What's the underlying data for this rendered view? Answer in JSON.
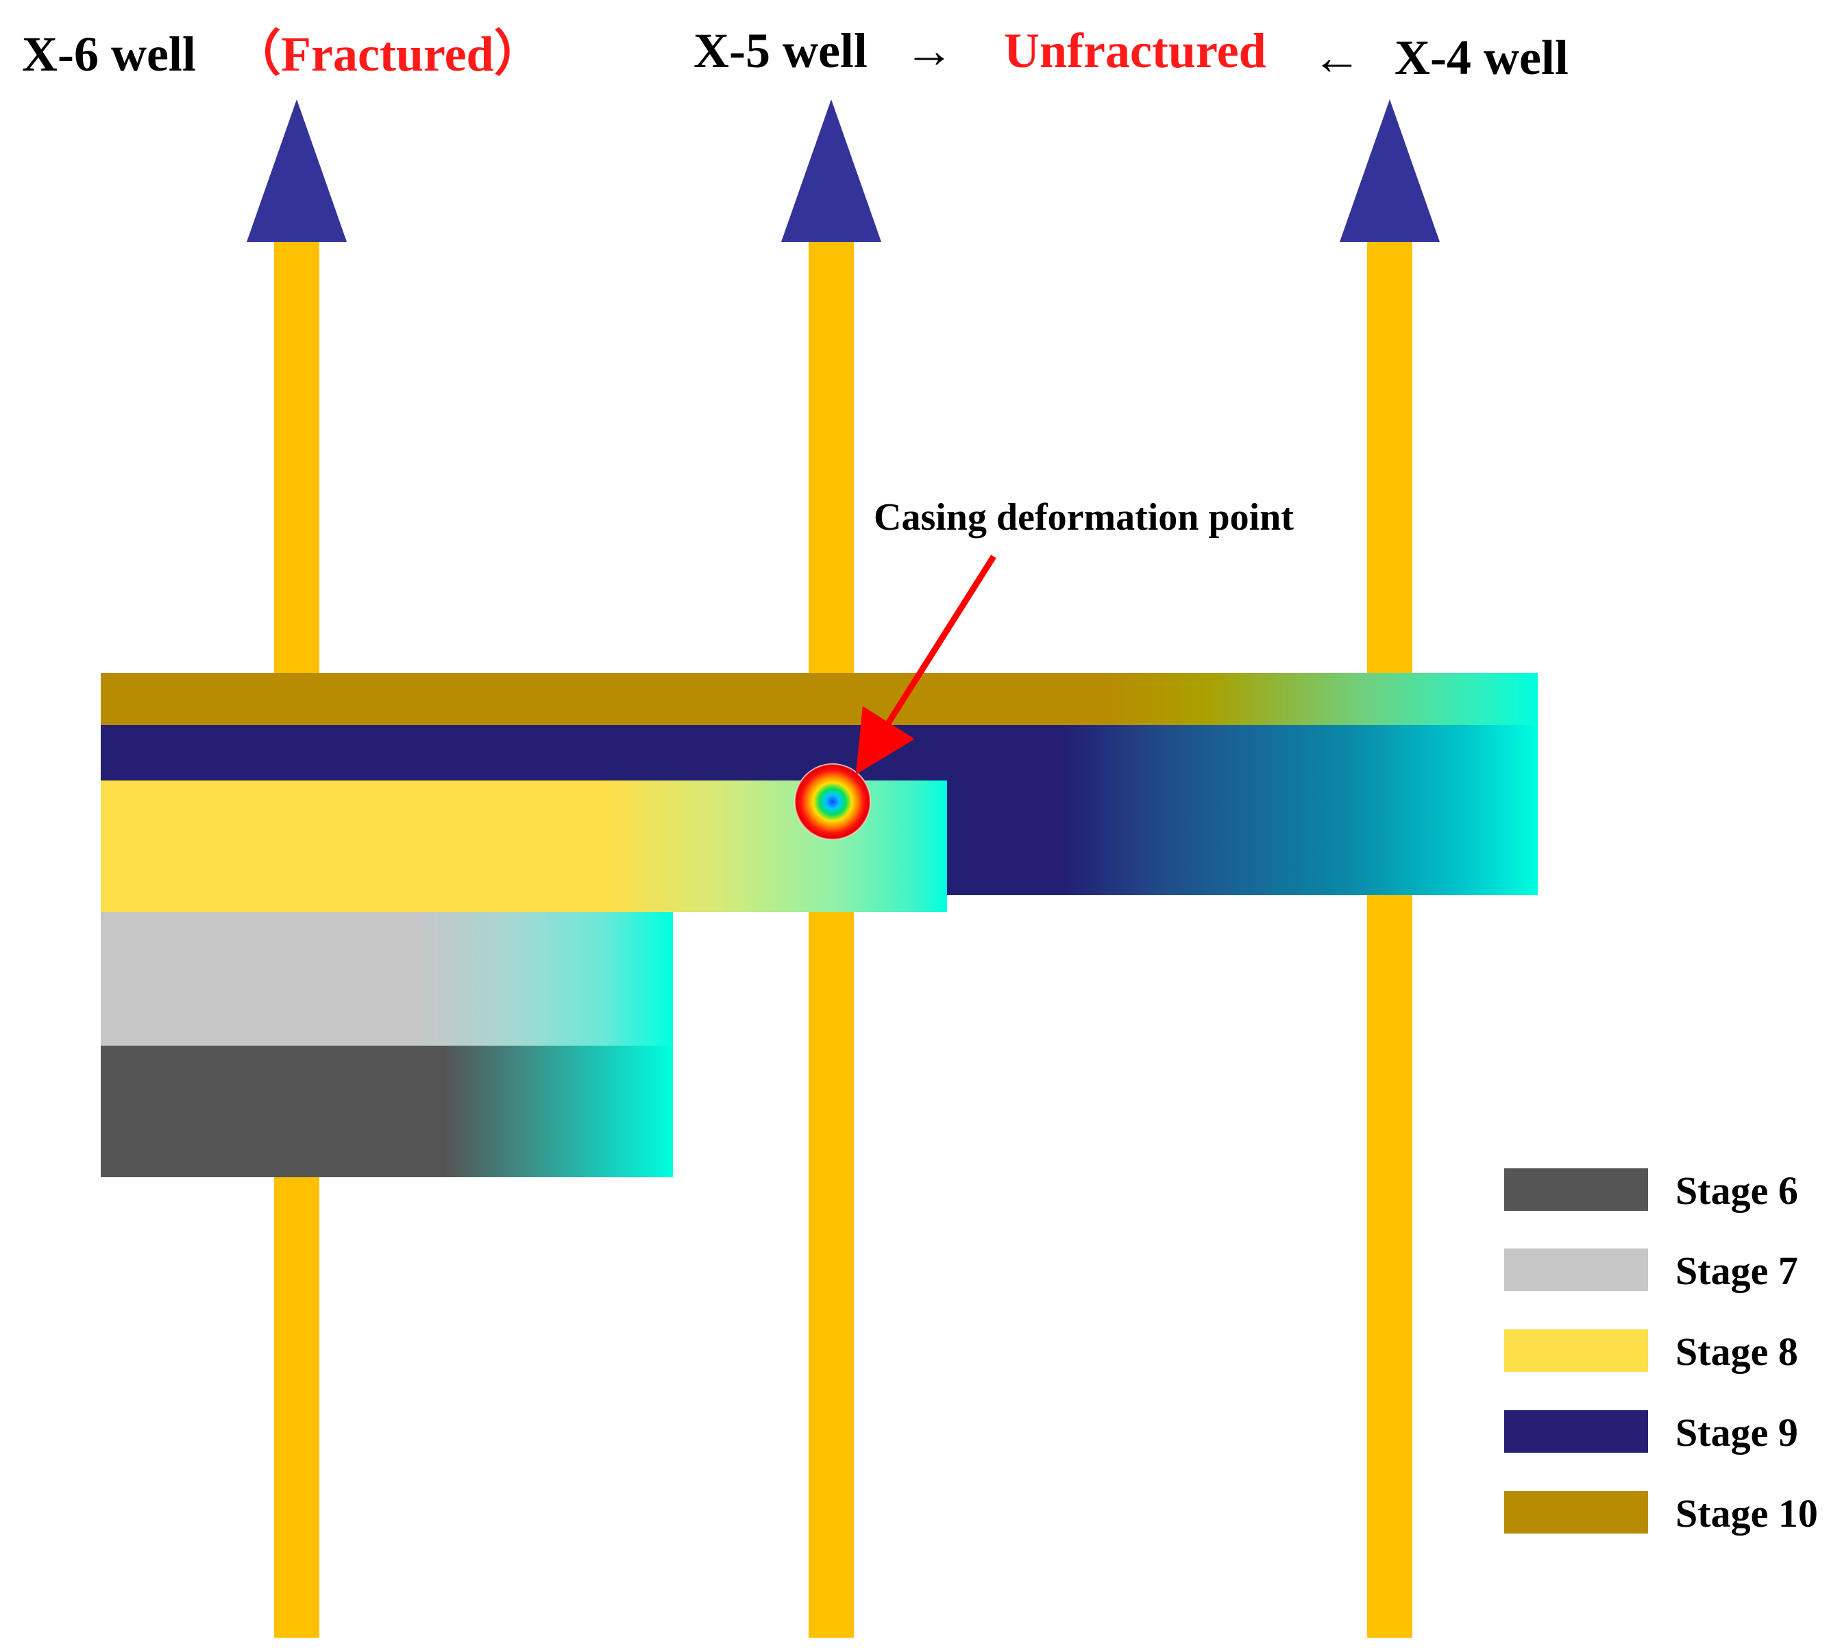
{
  "header": {
    "x6_label": "X-6 well",
    "x6_status": "（Fractured）",
    "x5_label": "X-5 well",
    "arrow_right": "→",
    "center_status": "Unfractured",
    "arrow_left": "←",
    "x4_label": "X-4 well"
  },
  "annotation": {
    "text": "Casing deformation point"
  },
  "legend": {
    "items": [
      {
        "label": "Stage 6",
        "color": "#555555"
      },
      {
        "label": "Stage 7",
        "color": "#c6c6c6"
      },
      {
        "label": "Stage 8",
        "color": "#fddf4a"
      },
      {
        "label": "Stage 9",
        "color": "#231f72"
      },
      {
        "label": "Stage 10",
        "color": "#b88c00"
      }
    ]
  },
  "colors": {
    "wellbore": "#ffc000",
    "arrowhead": "#333399",
    "fracture_front": "#00ffe0",
    "annotation_arrow": "#ff0000",
    "status_red": "#ff1a1a"
  }
}
